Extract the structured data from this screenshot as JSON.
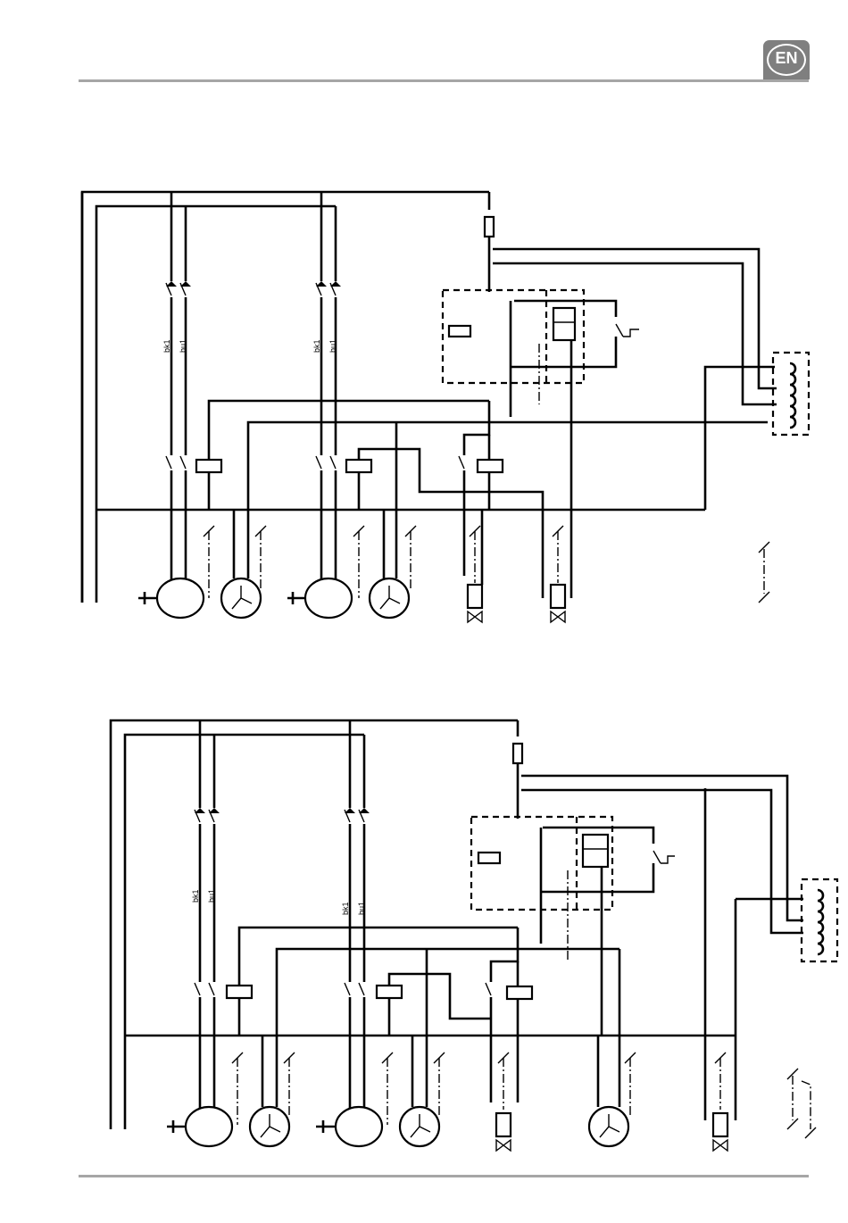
{
  "header": {
    "language_badge": "EN"
  },
  "diagrams": [
    {
      "wire_labels": [
        "bk1",
        "bu1",
        "bk1",
        "bu1"
      ]
    },
    {
      "wire_labels": [
        "bk1",
        "bu1",
        "bk1",
        "bu1"
      ]
    }
  ],
  "colors": {
    "rule": "#a6a6a6",
    "badge": "#7f7f7f",
    "ink": "#000000"
  }
}
